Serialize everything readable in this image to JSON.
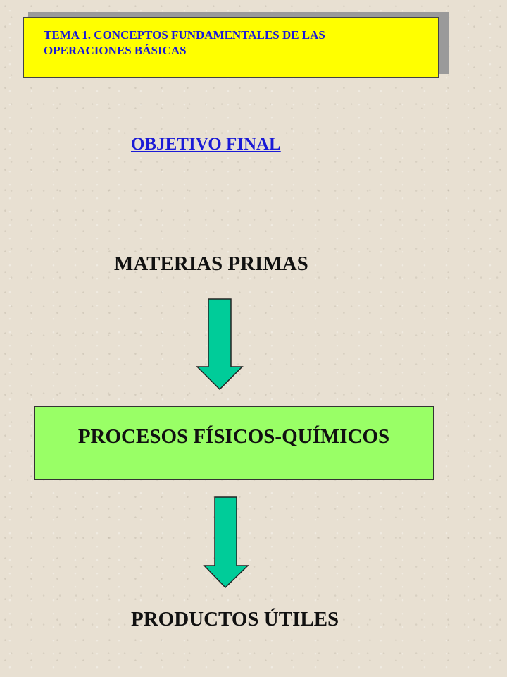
{
  "title": {
    "line1": "TEMA 1. CONCEPTOS FUNDAMENTALES DE LAS",
    "line2": "OPERACIONES BÁSICAS"
  },
  "objective": "OBJETIVO FINAL",
  "flow": {
    "input": "MATERIAS PRIMAS",
    "process": "PROCESOS FÍSICOS-QUÍMICOS",
    "output": "PRODUCTOS ÚTILES"
  },
  "colors": {
    "title_background": "#ffff00",
    "title_text": "#1a1ad6",
    "process_box": "#99ff66",
    "arrow_fill": "#00cc99"
  },
  "icons": [
    "down-arrow-icon",
    "down-arrow-icon"
  ]
}
